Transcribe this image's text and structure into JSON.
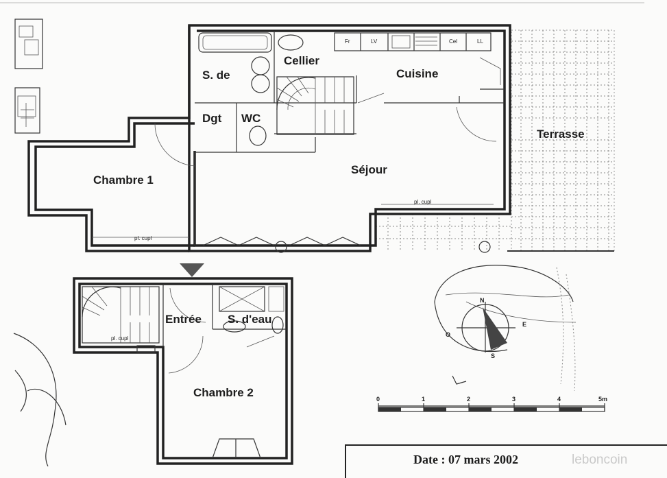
{
  "rooms": {
    "sdb": "S. de",
    "cellier": "Cellier",
    "cuisine": "Cuisine",
    "dgt": "Dgt",
    "wc": "WC",
    "terrasse": "Terrasse",
    "chambre1": "Chambre 1",
    "sejour": "Séjour",
    "entree": "Entrée",
    "seau": "S. d'eau",
    "chambre2": "Chambre 2"
  },
  "annotations": {
    "pl_cupl_1": "pl. cupl",
    "pl_cupl_2": "pl. cupl",
    "pl_cupl_3": "pl. cupl"
  },
  "kitchen_appliances": [
    "Fr",
    "LV",
    "",
    "",
    "Cel",
    "LL"
  ],
  "compass": {
    "n": "N",
    "e": "E",
    "s": "S",
    "w": "O"
  },
  "scale": {
    "ticks": [
      "0",
      "1",
      "2",
      "3",
      "4",
      "5m"
    ]
  },
  "footer": {
    "date": "Date : 07 mars 2002"
  },
  "watermark": {
    "text": "leboncoin"
  }
}
